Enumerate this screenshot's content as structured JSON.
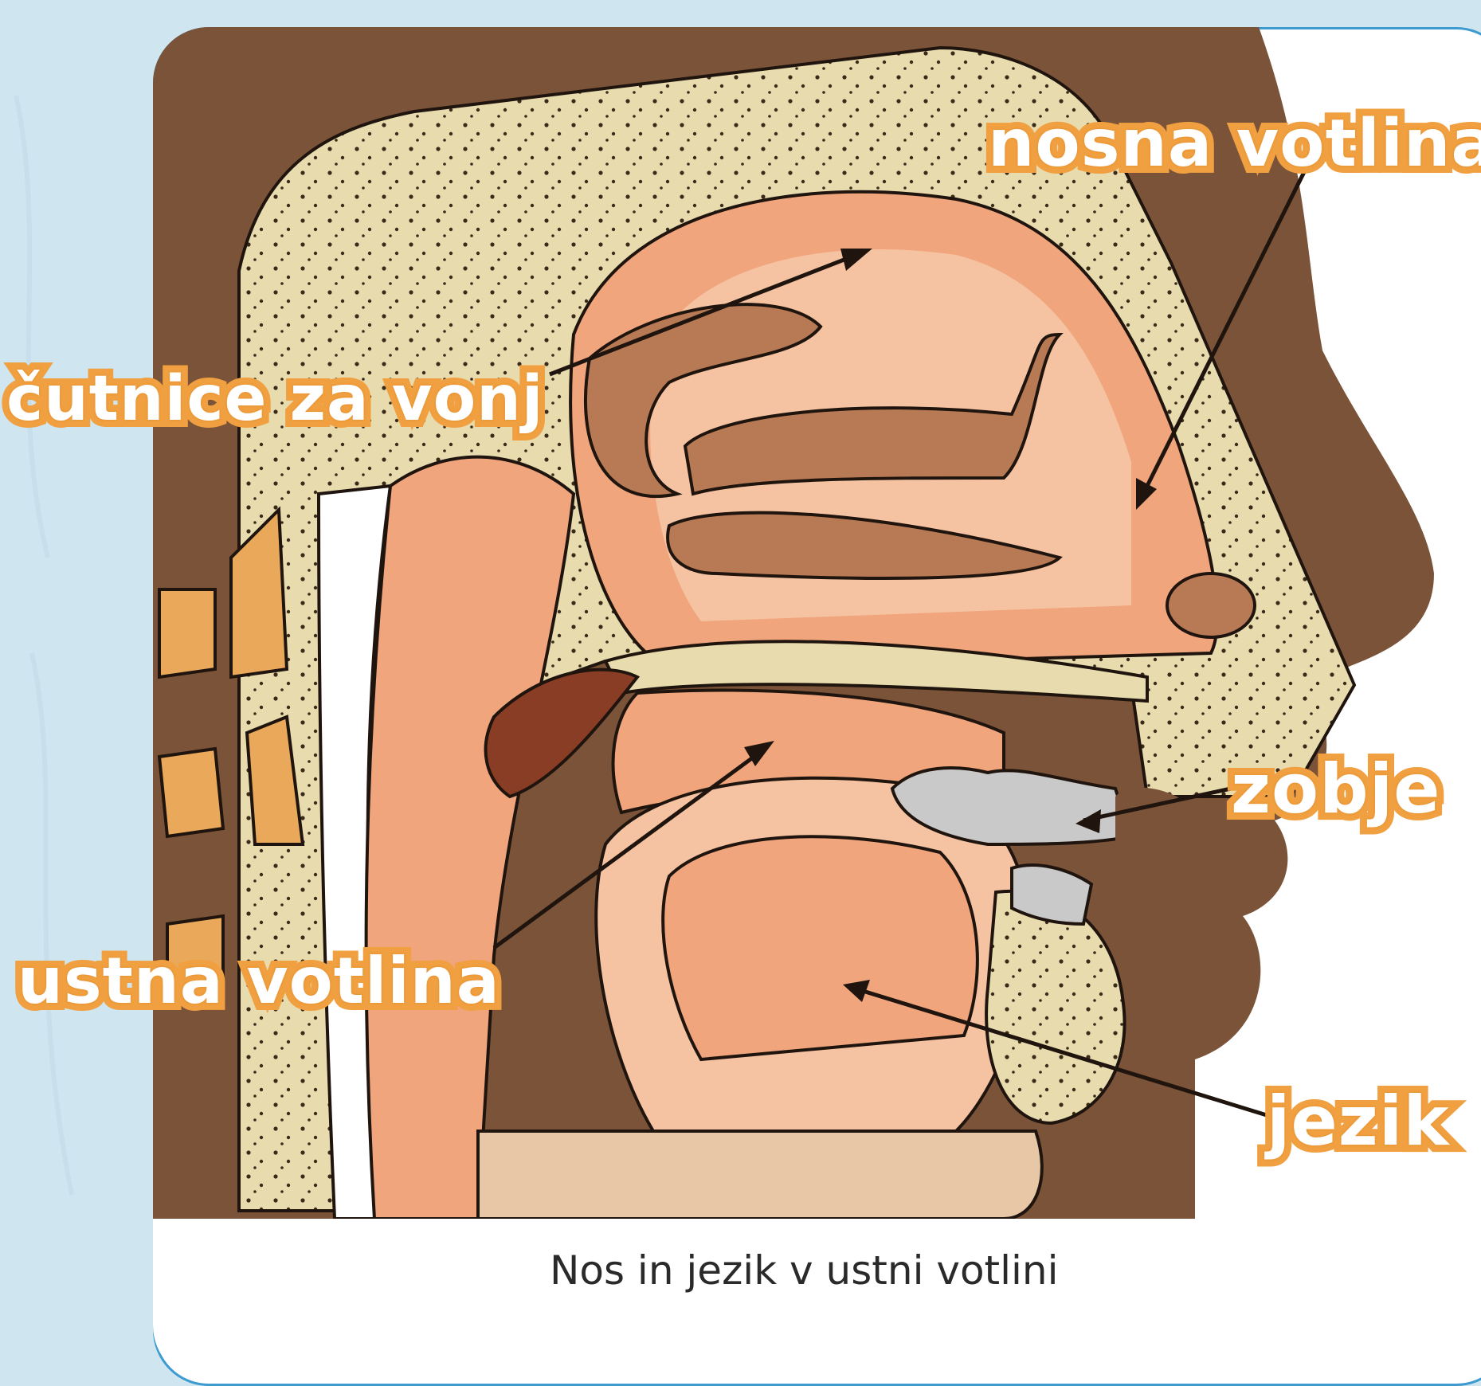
{
  "labels": {
    "nasal_cavity": "nosna votlina",
    "olfactory_receptors": "čutnice za vonj",
    "teeth": "zobje",
    "oral_cavity": "ustna votlina",
    "tongue": "jezik"
  },
  "caption": "Nos in jezik v ustni votlini",
  "colors": {
    "background": "#cfe6f0",
    "card_border": "#3d9bd0",
    "label_fill": "#ffffff",
    "label_outline": "#f0a040",
    "skin": "#7a5338",
    "bone": "#e8dcae",
    "tissue": "#f0a57c",
    "tissue_light": "#f6c3a2",
    "muscle": "#b77a55",
    "teeth": "#c9c9c9"
  }
}
